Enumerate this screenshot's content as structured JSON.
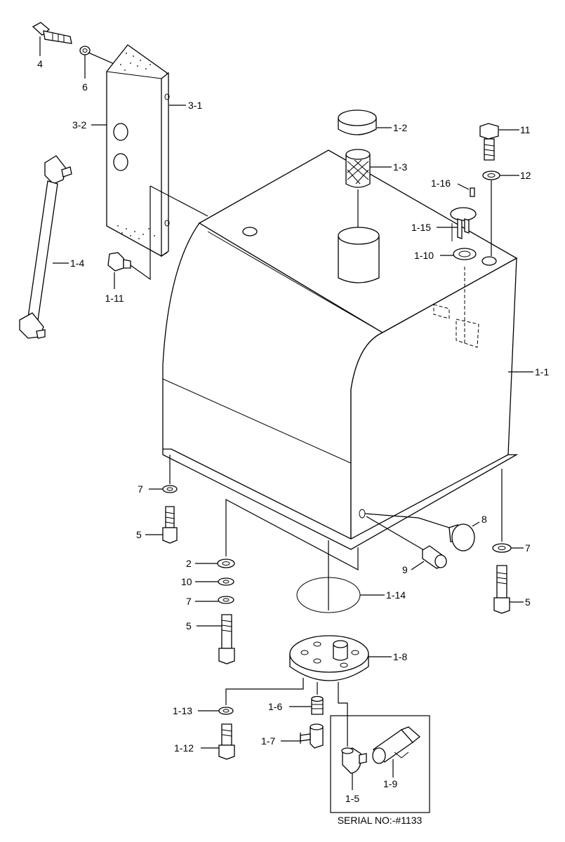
{
  "labels": {
    "p4": "4",
    "p6": "6",
    "p3_1": "3-1",
    "p3_2": "3-2",
    "p1_4": "1-4",
    "p1_11": "1-11",
    "p1_2": "1-2",
    "p1_3": "1-3",
    "p11": "11",
    "p12": "12",
    "p1_16": "1-16",
    "p1_15": "1-15",
    "p1_10": "1-10",
    "p1_1": "1-1",
    "p7_left": "7",
    "p5_left": "5",
    "p8": "8",
    "p7_right": "7",
    "p9": "9",
    "p2": "2",
    "p10": "10",
    "p7_mid": "7",
    "p1_14": "1-14",
    "p5_right": "5",
    "p5_mid": "5",
    "p1_8": "1-8",
    "p1_13": "1-13",
    "p1_6": "1-6",
    "p1_7": "1-7",
    "p1_12": "1-12",
    "p1_9": "1-9",
    "p1_5": "1-5"
  },
  "serial_note": "SERIAL NO:-#1133"
}
